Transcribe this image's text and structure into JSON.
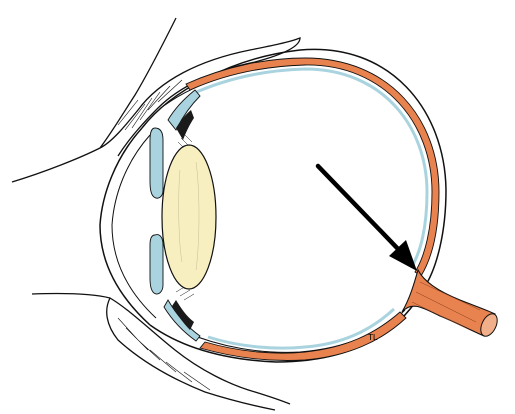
{
  "diagram": {
    "subject": "eye-cross-section",
    "artist_mark": "TL",
    "arrow_target": "optic-nerve",
    "colors": {
      "outline": "#111111",
      "choroid": "#e8824f",
      "retina_fluid": "#a9d4df",
      "lens": "#f7efc0",
      "ciliary_dark": "#1a1a1a",
      "background": "#ffffff"
    }
  }
}
